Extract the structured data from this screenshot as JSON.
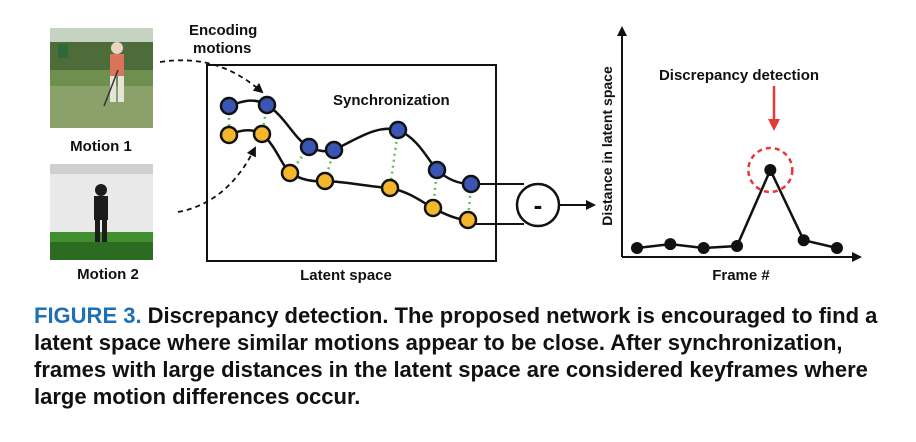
{
  "figure": {
    "motion1_label": "Motion 1",
    "motion2_label": "Motion 2",
    "encoding_label_line1": "Encoding",
    "encoding_label_line2": "motions",
    "sync_label": "Synchronization",
    "latent_space_label": "Latent space",
    "minus_symbol": "-",
    "discrepancy_label": "Discrepancy detection",
    "y_axis_label": "Distance in latent space",
    "x_axis_label": "Frame #",
    "colors": {
      "blue_node": "#3a55b4",
      "yellow_node": "#f4b62a",
      "sync_dotted": "#5cc35c",
      "red_highlight": "#e53935",
      "caption_label": "#1f6fb5"
    },
    "distance_plot": {
      "values": [
        1.0,
        1.2,
        1.0,
        1.1,
        5.0,
        1.4,
        1.0
      ],
      "peak_index": 4
    }
  },
  "caption": {
    "label": "FIGURE 3.",
    "text": "Discrepancy detection. The proposed network is encouraged to find a latent space where similar motions appear to be close. After synchronization, frames with large distances in the latent space are considered keyframes where large motion differences occur."
  }
}
